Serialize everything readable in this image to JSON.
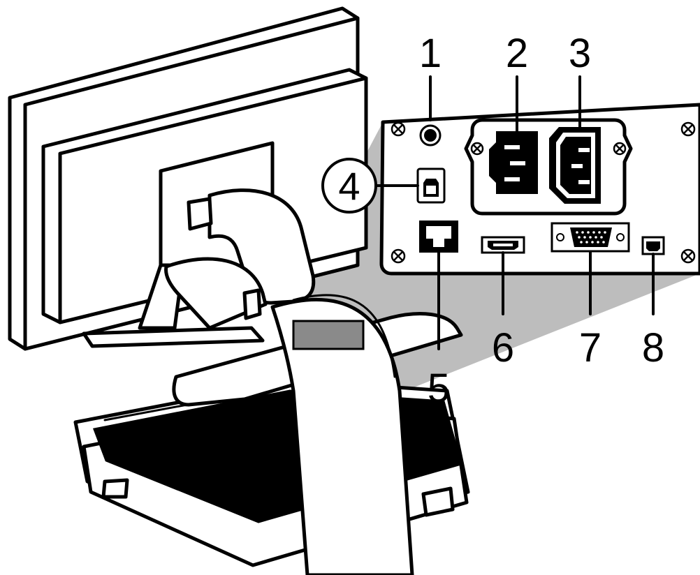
{
  "colors": {
    "line": "#000000",
    "background": "#ffffff",
    "callout_shadow": "#bdbdbd",
    "panel": "#ffffff",
    "port_fill": "#000000"
  },
  "callouts": [
    {
      "id": "1",
      "label": "1",
      "port": "audio-jack"
    },
    {
      "id": "2",
      "label": "2",
      "port": "power-outlet"
    },
    {
      "id": "3",
      "label": "3",
      "port": "power-inlet"
    },
    {
      "id": "4",
      "label": "4",
      "port": "usb-b-port",
      "circled": true
    },
    {
      "id": "5",
      "label": "5",
      "port": "ethernet-port"
    },
    {
      "id": "6",
      "label": "6",
      "port": "hdmi-port"
    },
    {
      "id": "7",
      "label": "7",
      "port": "vga-port"
    },
    {
      "id": "8",
      "label": "8",
      "port": "mini-usb-port"
    }
  ]
}
